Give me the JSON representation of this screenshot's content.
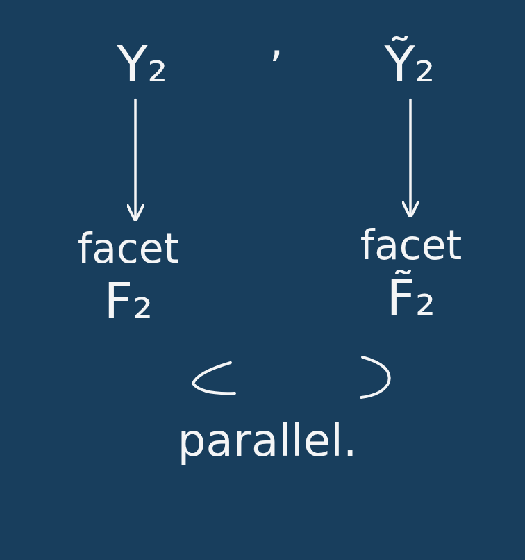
{
  "diagram": {
    "nodes": [
      {
        "text": [
          "Y₂"
        ]
      },
      {
        "text": [
          "Ỹ₂"
        ]
      },
      {
        "text": [
          "facet",
          "F₂"
        ]
      },
      {
        "text": [
          "facet",
          "F̃₂"
        ]
      }
    ],
    "edges": [
      {
        "from": 0,
        "to": 2,
        "arrow": "to"
      },
      {
        "from": 1,
        "to": 3,
        "arrow": "to"
      }
    ],
    "labels": [
      ",",
      "parallel."
    ]
  }
}
